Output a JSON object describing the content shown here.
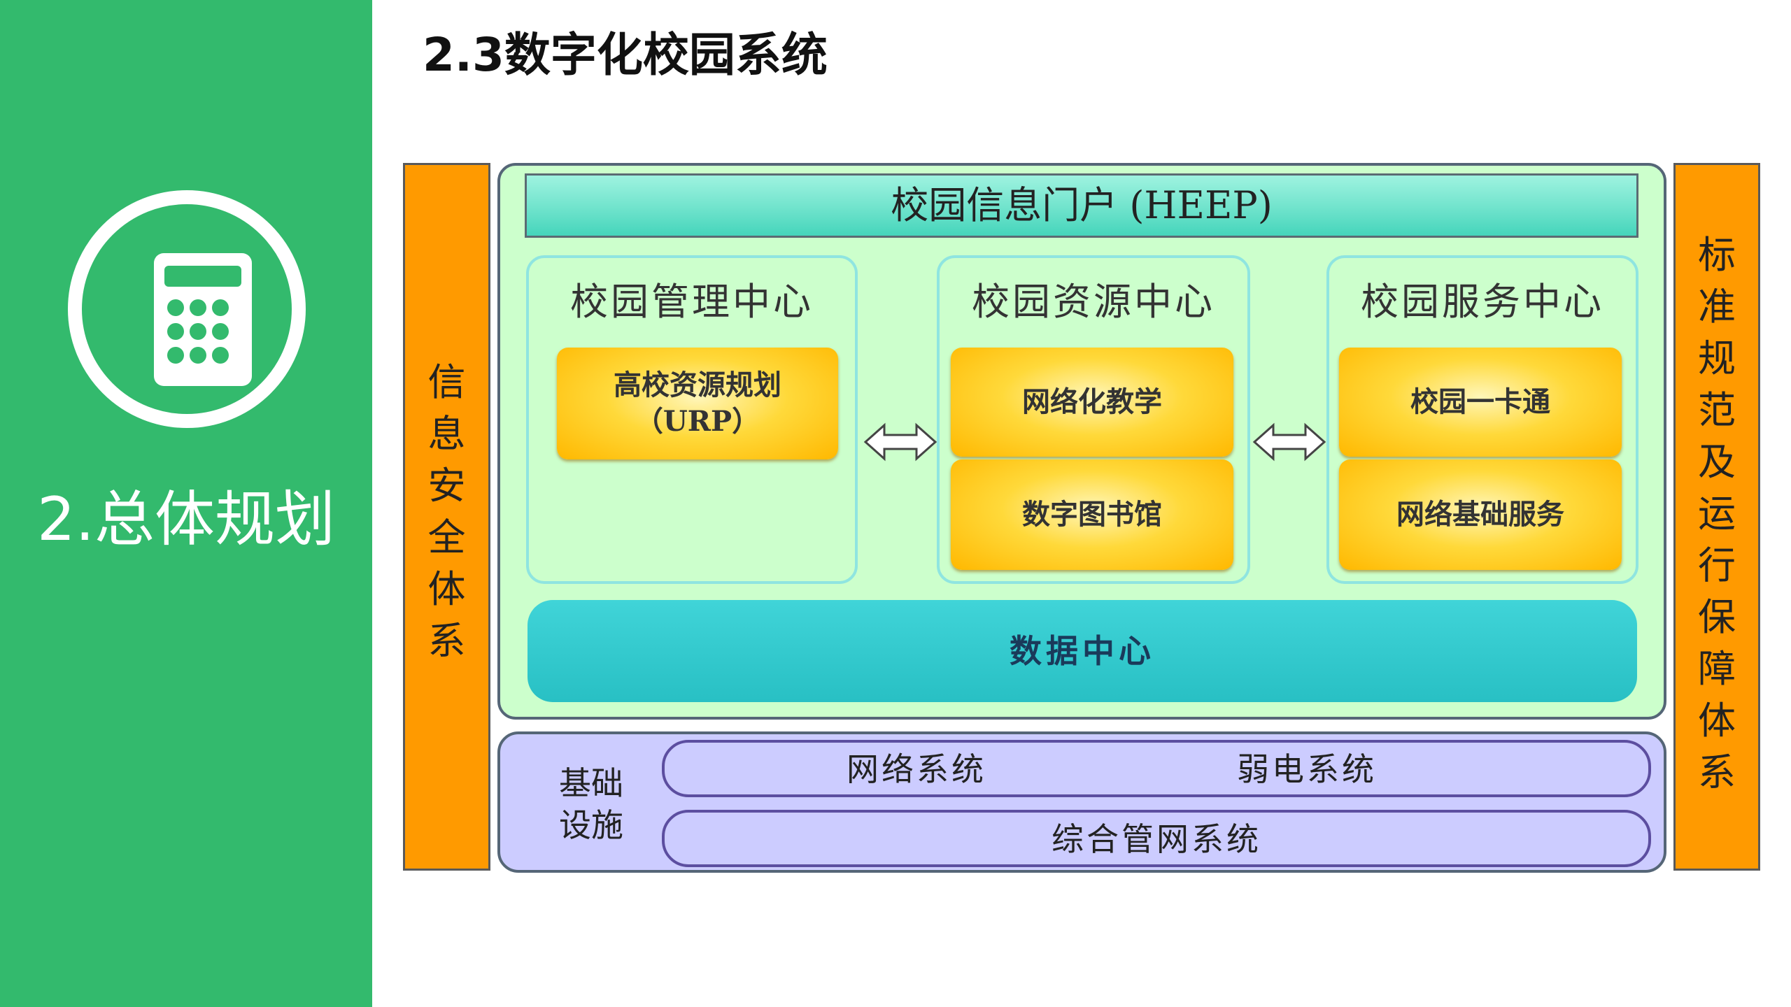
{
  "sidebar": {
    "icon": "calculator-icon",
    "section_title": "2.总体规划",
    "bg_color": "#33ba6d"
  },
  "page": {
    "title": "2.3数字化校园系统"
  },
  "diagram": {
    "left_bar": "信息安全体系",
    "right_bar": "标准规范及运行保障体系",
    "portal": "校园信息门户 (HEEP)",
    "centers": [
      {
        "title": "校园管理中心",
        "items": [
          "高校资源规划",
          "（URP）"
        ]
      },
      {
        "title": "校园资源中心",
        "items": [
          "网络化教学",
          "数字图书馆"
        ]
      },
      {
        "title": "校园服务中心",
        "items": [
          "校园一卡通",
          "网络基础服务"
        ]
      }
    ],
    "data_center": "数据中心",
    "infrastructure": {
      "label_line1": "基础",
      "label_line2": "设施",
      "network": "网络系统",
      "weak_current": "弱电系统",
      "integrated": "综合管网系统"
    },
    "colors": {
      "orange": "#ff9a00",
      "green_area": "#ccffcc",
      "teal": "#2ec8cc",
      "gold": "#ffc81e",
      "lavender": "#ccccff"
    }
  }
}
